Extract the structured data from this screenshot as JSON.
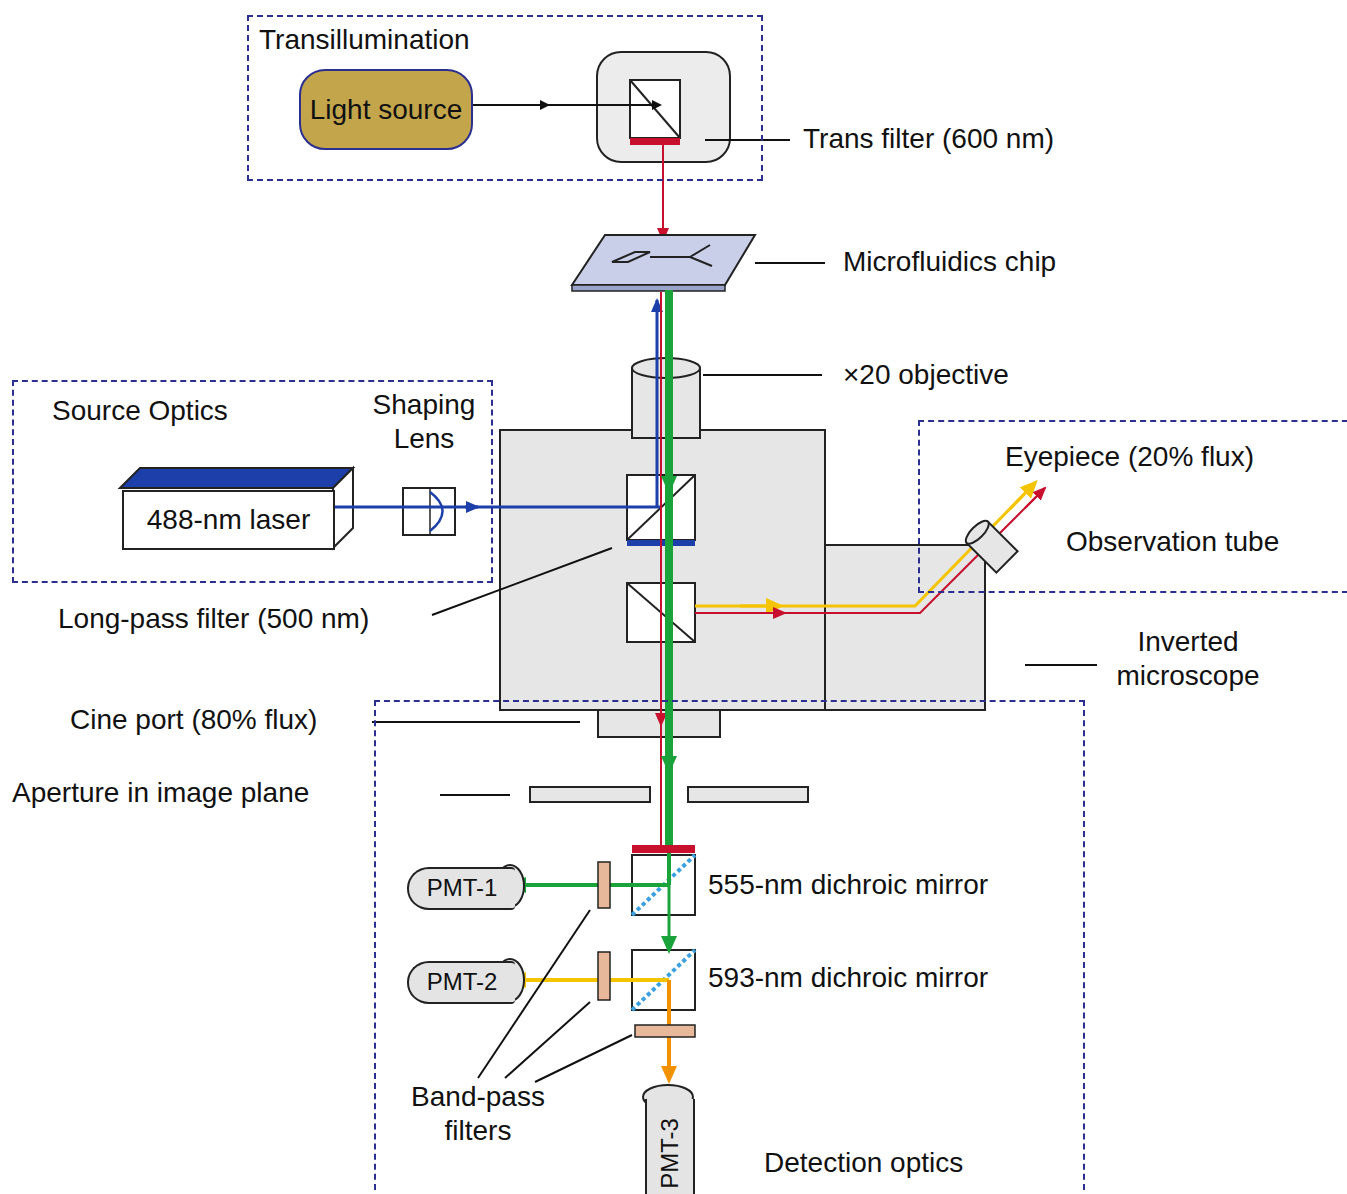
{
  "diagram": {
    "nodes": [
      {
        "text": [
          "Transillumination"
        ]
      },
      {
        "text": [
          "Light source"
        ],
        "in": 0
      },
      {
        "text": [
          "Source Optics"
        ]
      },
      {
        "text": [
          "488-nm laser"
        ],
        "in": 2
      },
      {
        "text": [
          "Observation tube"
        ]
      },
      {
        "text": [
          "Detection optics"
        ]
      },
      {
        "text": [
          "PMT-1"
        ],
        "in": 5
      },
      {
        "text": [
          "PMT-2"
        ],
        "in": 5
      },
      {
        "text": [
          "PMT-3"
        ],
        "in": 5
      }
    ],
    "labels": [
      "Trans filter (600 nm)",
      "Microfluidics chip",
      "×20 objective",
      "Shaping Lens",
      "Eyepiece (20% flux)",
      "Long-pass filter (500 nm)",
      "Inverted microscope",
      "Cine port (80% flux)",
      "Aperture in image plane",
      "555-nm dichroic mirror",
      "593-nm dichroic mirror",
      "Band-pass filters"
    ]
  }
}
